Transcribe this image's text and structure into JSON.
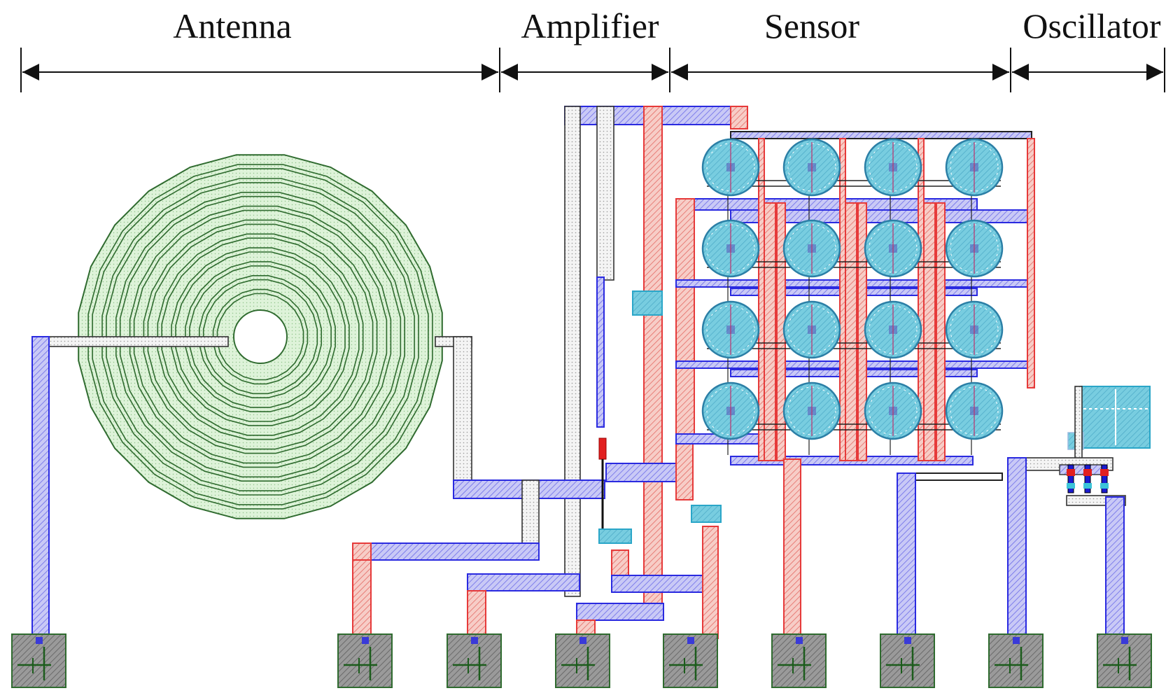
{
  "sections": [
    {
      "id": "antenna",
      "label": "Antenna"
    },
    {
      "id": "amplifier",
      "label": "Amplifier"
    },
    {
      "id": "sensor",
      "label": "Sensor"
    },
    {
      "id": "oscillator",
      "label": "Oscillator"
    }
  ],
  "colors": {
    "blue_layer": "#2a2ae0",
    "red_layer": "#e63a3a",
    "antenna_green": "#d9f2d4",
    "antenna_outline": "#2f6b2f",
    "sensor_electrode": "#6fc6dc",
    "capacitor_cyan": "#3cc4d8",
    "bond_pad": "#8c8c8c"
  },
  "sensor_array": {
    "rows": 4,
    "cols": 4
  },
  "bond_pads": {
    "count": 9
  }
}
